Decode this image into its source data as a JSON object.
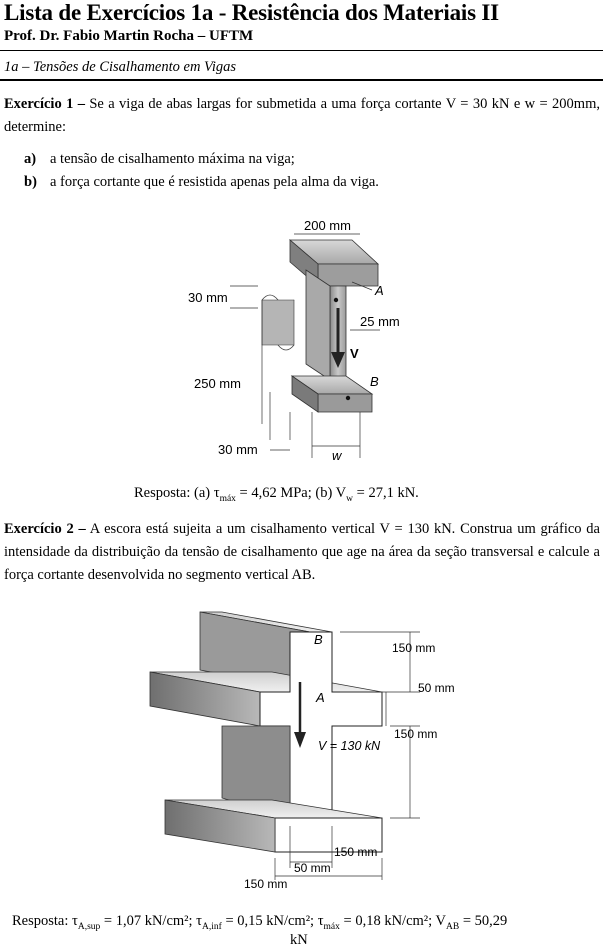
{
  "header": {
    "title": "Lista de Exercícios 1a - Resistência dos Materiais II",
    "author": "Prof. Dr. Fabio Martin Rocha – UFTM",
    "subtitle": "1a – Tensões de Cisalhamento em Vigas"
  },
  "ex1": {
    "label": "Exercício 1 –",
    "text": " Se a viga de abas largas for submetida a uma força cortante V = 30 kN e w = 200mm, determine:",
    "items": [
      {
        "letter": "a)",
        "text": "a tensão de cisalhamento máxima na viga;"
      },
      {
        "letter": "b)",
        "text": "a força cortante que é resistida apenas pela alma da viga."
      }
    ],
    "figure": {
      "dim_top": "200 mm",
      "dim_flange": "30 mm",
      "dim_web": "25 mm",
      "dim_height": "250 mm",
      "dim_bottom": "30 mm",
      "label_w": "w",
      "label_A": "A",
      "label_B": "B",
      "label_V": "V"
    },
    "answer": {
      "prefix": "Resposta: (a) τ",
      "sub1": "máx",
      "mid": " = 4,62 MPa; (b) V",
      "sub2": "w",
      "suffix": " = 27,1 kN."
    }
  },
  "ex2": {
    "label": "Exercício 2 –",
    "text": " A escora está sujeita a um cisalhamento vertical V = 130 kN. Construa um gráfico da intensidade da distribuição da tensão de cisalhamento que age na área da seção transversal e calcule a força cortante desenvolvida no segmento vertical AB.",
    "figure": {
      "dim_150_top": "150 mm",
      "dim_50_top": "50 mm",
      "dim_150_mid": "150 mm",
      "dim_150_low": "150 mm",
      "dim_50_bottom": "50 mm",
      "dim_150_bottom": "150 mm",
      "label_B": "B",
      "label_A": "A",
      "label_V": "V = 130 kN"
    },
    "answer": {
      "prefix": "Resposta: τ",
      "s1": "A,sup",
      "t1": " = 1,07 kN/cm²; τ",
      "s2": "A,inf",
      "t2": " = 0,15 kN/cm²; τ",
      "s3": "máx",
      "t3": " = 0,18 kN/cm²; V",
      "s4": "AB",
      "t4": " = 50,29",
      "line2": "kN"
    }
  }
}
